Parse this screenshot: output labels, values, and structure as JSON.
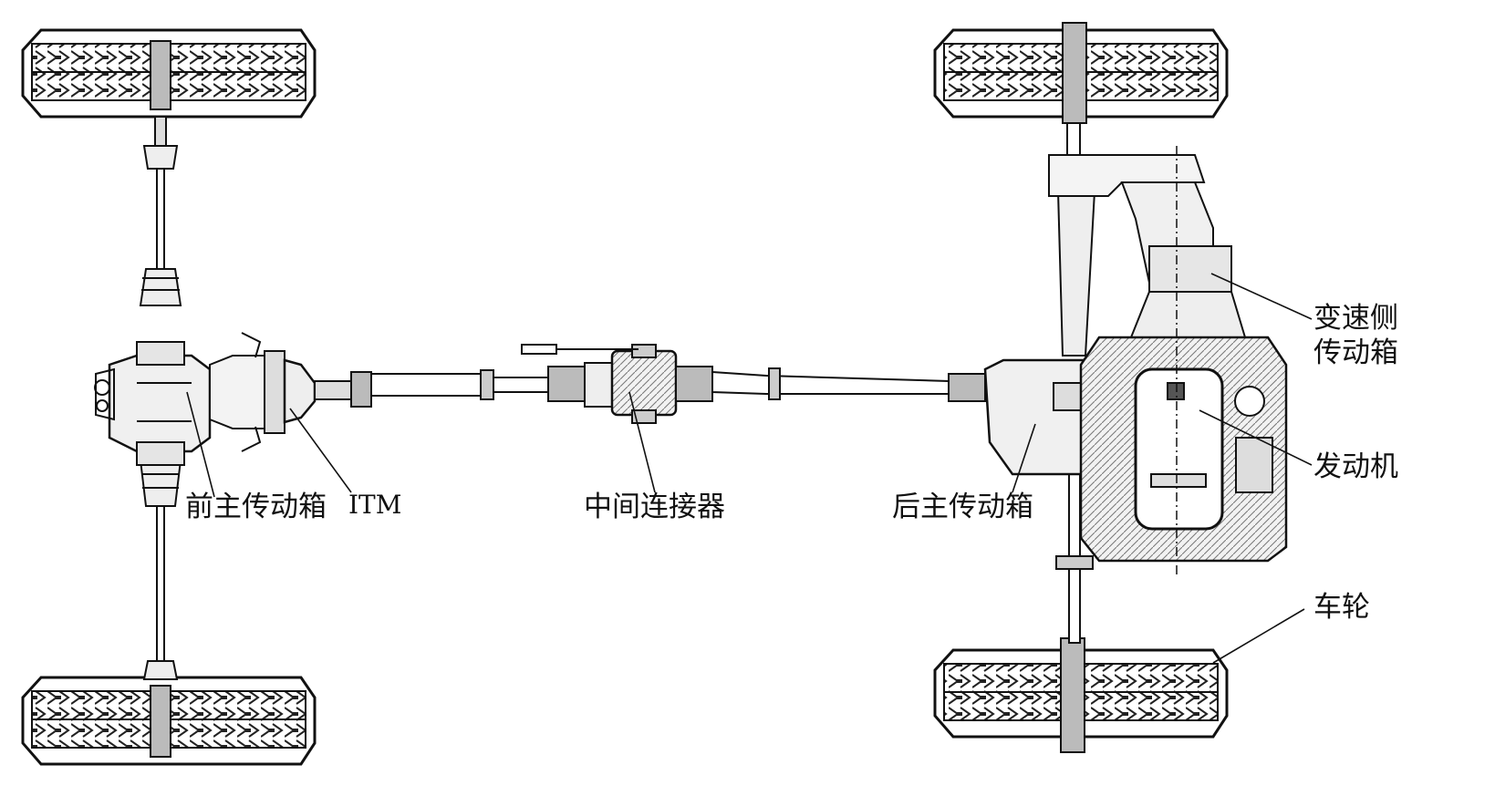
{
  "labels": {
    "front_final_drive": "前主传动箱",
    "itm": "ITM",
    "center_coupler": "中间连接器",
    "rear_final_drive": "后主传动箱",
    "transfer_case_line1": "变速侧",
    "transfer_case_line2": "传动箱",
    "engine": "发动机",
    "wheel": "车轮"
  },
  "colors": {
    "ink": "#111111",
    "fill": "#e9e9e9",
    "dark": "#333333"
  }
}
